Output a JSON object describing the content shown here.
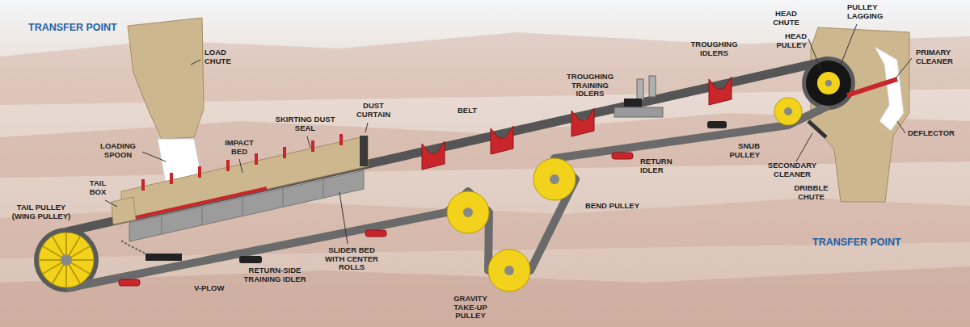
{
  "diagram": {
    "labels": [
      "TRANSFER POINT",
      "LOAD CHUTE",
      "LOADING SPOON",
      "TAIL BOX",
      "TAIL PULLEY (WING PULLEY)",
      "IMPACT BED",
      "SKIRTING DUST SEAL",
      "DUST CURTAIN",
      "SLIDER BED WITH CENTER ROLLS",
      "V-PLOW",
      "RETURN-SIDE TRAINING IDLER",
      "BELT",
      "GRAVITY TAKE-UP PULLEY",
      "BEND PULLEY",
      "TROUGHING TRAINING IDLERS",
      "TROUGHING IDLERS",
      "RETURN IDLER",
      "SNUB PULLEY",
      "HEAD CHUTE",
      "PULLEY LAGGING",
      "HEAD PULLEY",
      "PRIMARY CLEANER",
      "DEFLECTOR",
      "SECONDARY CLEANER",
      "DRIBBLE CHUTE",
      "TRANSFER POINT"
    ]
  }
}
